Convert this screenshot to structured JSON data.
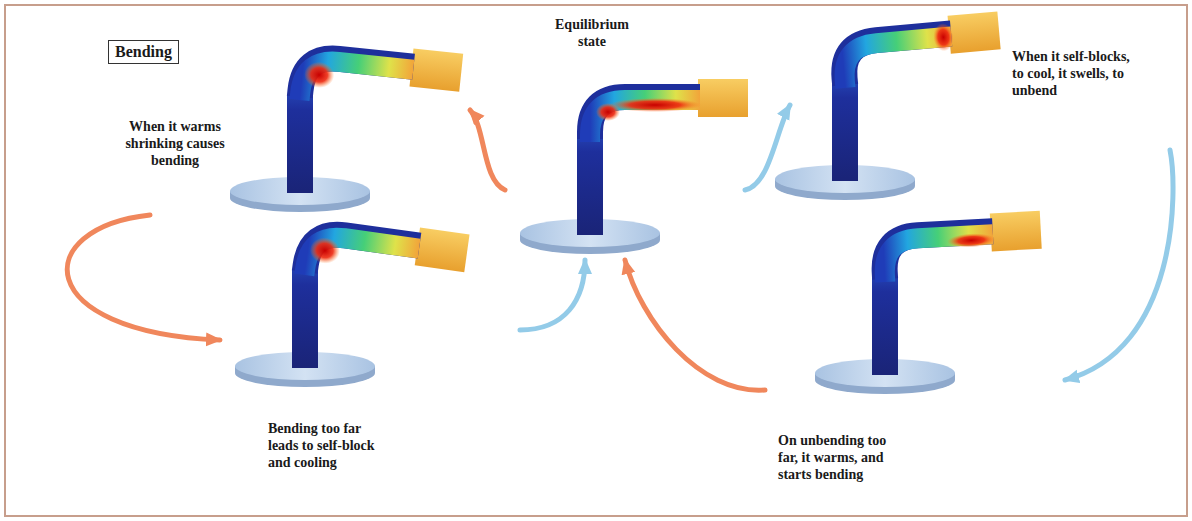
{
  "diagram": {
    "nodes": [
      {
        "text": [
          "Bending"
        ]
      },
      {
        "text": [
          "When it warms shrinking causes bending"
        ]
      },
      {
        "text": [
          "Equilibrium state"
        ]
      },
      {
        "text": [
          "When it self-blocks, to cool, it swells, to unbend"
        ]
      },
      {
        "text": [
          "Bending too far leads to self-block and cooling"
        ]
      },
      {
        "text": [
          "On unbending too far, it warms, and starts bending"
        ]
      }
    ],
    "edges": [
      {
        "from": 2,
        "to": 1,
        "arrow": "to"
      },
      {
        "from": 1,
        "to": 4,
        "arrow": "to"
      },
      {
        "from": 4,
        "to": 2,
        "arrow": "to"
      },
      {
        "from": 2,
        "to": 3,
        "arrow": "to"
      },
      {
        "from": 3,
        "to": 5,
        "arrow": "to"
      },
      {
        "from": 5,
        "to": 2,
        "arrow": "to"
      }
    ]
  }
}
